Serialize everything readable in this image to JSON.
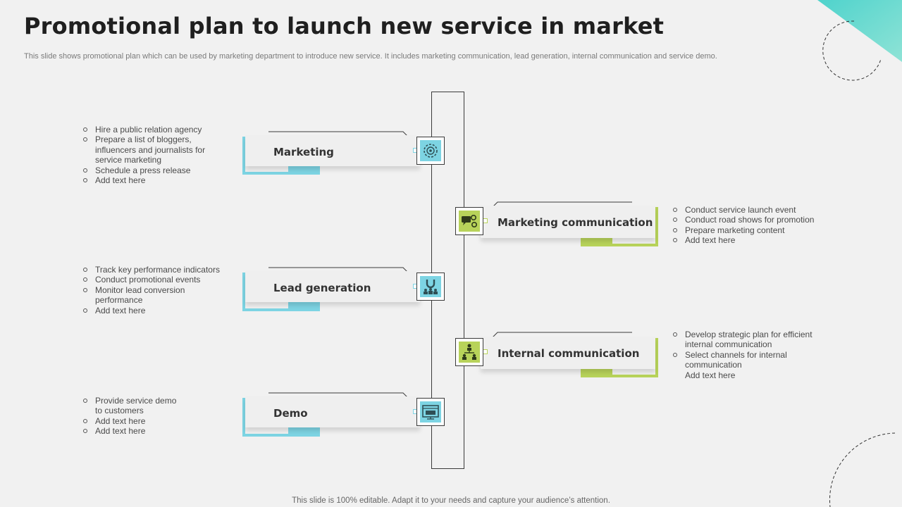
{
  "title": "Promotional plan to launch new service in market",
  "subtitle": "This slide shows promotional plan which can be used by marketing department to introduce new service. It includes marketing communication, lead generation, internal communication and service demo.",
  "footer": "This slide is 100% editable. Adapt it to your needs and capture your audience’s attention.",
  "colors": {
    "blue": "#7dd4e3",
    "green": "#b8d35a",
    "teal": "#5fd6c9"
  },
  "stages": [
    {
      "label": "Marketing",
      "icon": "target-gear-icon",
      "accent": "blue",
      "bullets": [
        "Hire a public relation agency",
        "Prepare a list of bloggers, influencers and journalists for service marketing",
        "Schedule a press release",
        "Add text here"
      ]
    },
    {
      "label": "Marketing communication",
      "icon": "chat-gear-icon",
      "accent": "green",
      "bullets": [
        "Conduct service launch event",
        "Conduct road shows for promotion",
        "Prepare marketing content",
        "Add text here"
      ]
    },
    {
      "label": "Lead generation",
      "icon": "magnet-people-icon",
      "accent": "blue",
      "bullets": [
        "Track key performance indicators",
        "Conduct promotional events",
        "Monitor lead conversion performance",
        "Add text here"
      ]
    },
    {
      "label": "Internal communication",
      "icon": "team-hierarchy-icon",
      "accent": "green",
      "bullets": [
        "Develop strategic plan for efficient internal communication",
        "Select channels for internal communication",
        "Add text here"
      ]
    },
    {
      "label": "Demo",
      "icon": "demo-screen-icon",
      "accent": "blue",
      "bullets": [
        "Provide service demo to customers",
        "Add text here",
        "Add text here"
      ]
    }
  ]
}
